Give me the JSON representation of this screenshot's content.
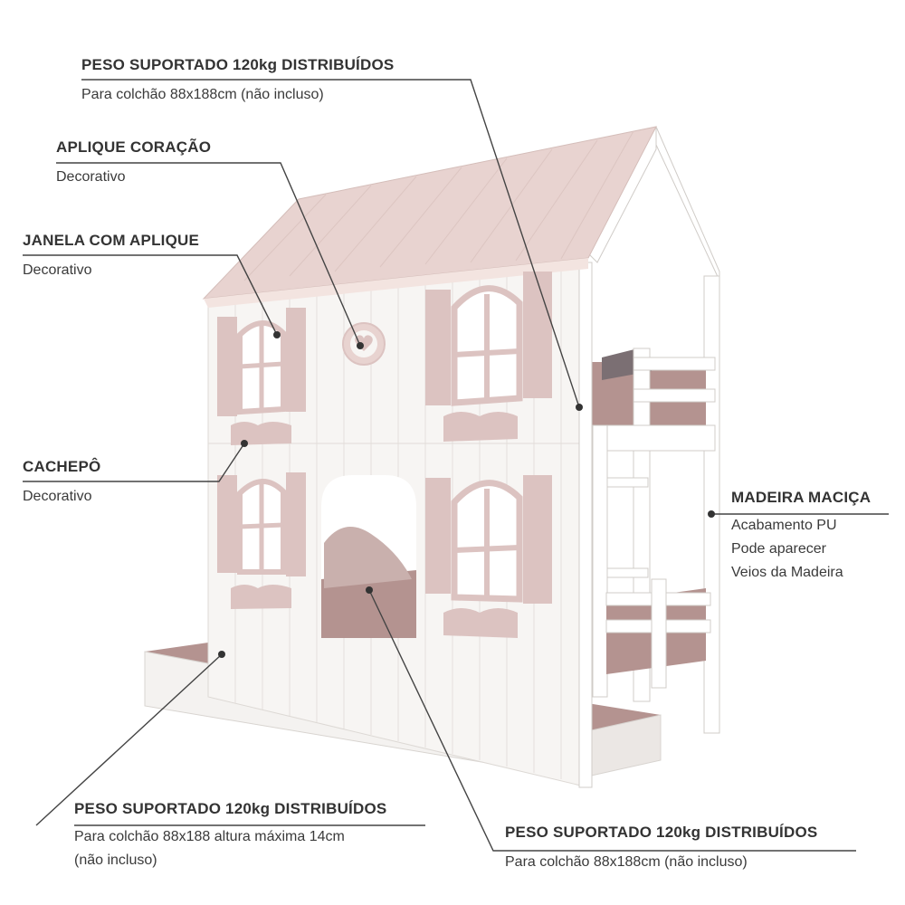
{
  "annotations": {
    "peso_top": {
      "title": "PESO SUPORTADO 120kg DISTRIBUÍDOS",
      "desc": "Para colchão 88x188cm (não incluso)"
    },
    "aplique_coracao": {
      "title": "APLIQUE CORAÇÃO",
      "desc": "Decorativo"
    },
    "janela": {
      "title": "JANELA COM APLIQUE",
      "desc": "Decorativo"
    },
    "cachepo": {
      "title": "CACHEPÔ",
      "desc": "Decorativo"
    },
    "madeira": {
      "title": "MADEIRA MACIÇA",
      "desc": "Acabamento PU\nPode aparecer\nVeios da Madeira"
    },
    "peso_bottom_left": {
      "title": "PESO SUPORTADO 120kg DISTRIBUÍDOS",
      "desc": "Para colchão 88x188 altura máxima 14cm\n(não incluso)"
    },
    "peso_bottom_right": {
      "title": "PESO SUPORTADO 120kg DISTRIBUÍDOS",
      "desc": "Para colchão 88x188cm (não incluso)"
    }
  },
  "colors": {
    "text": "#333333",
    "roof": "#e8d3d0",
    "wall": "#f7f5f3",
    "accent_pink": "#dcc3c1",
    "mattress": "#b49390",
    "line": "#444444"
  },
  "icons": [
    "heart-icon"
  ]
}
